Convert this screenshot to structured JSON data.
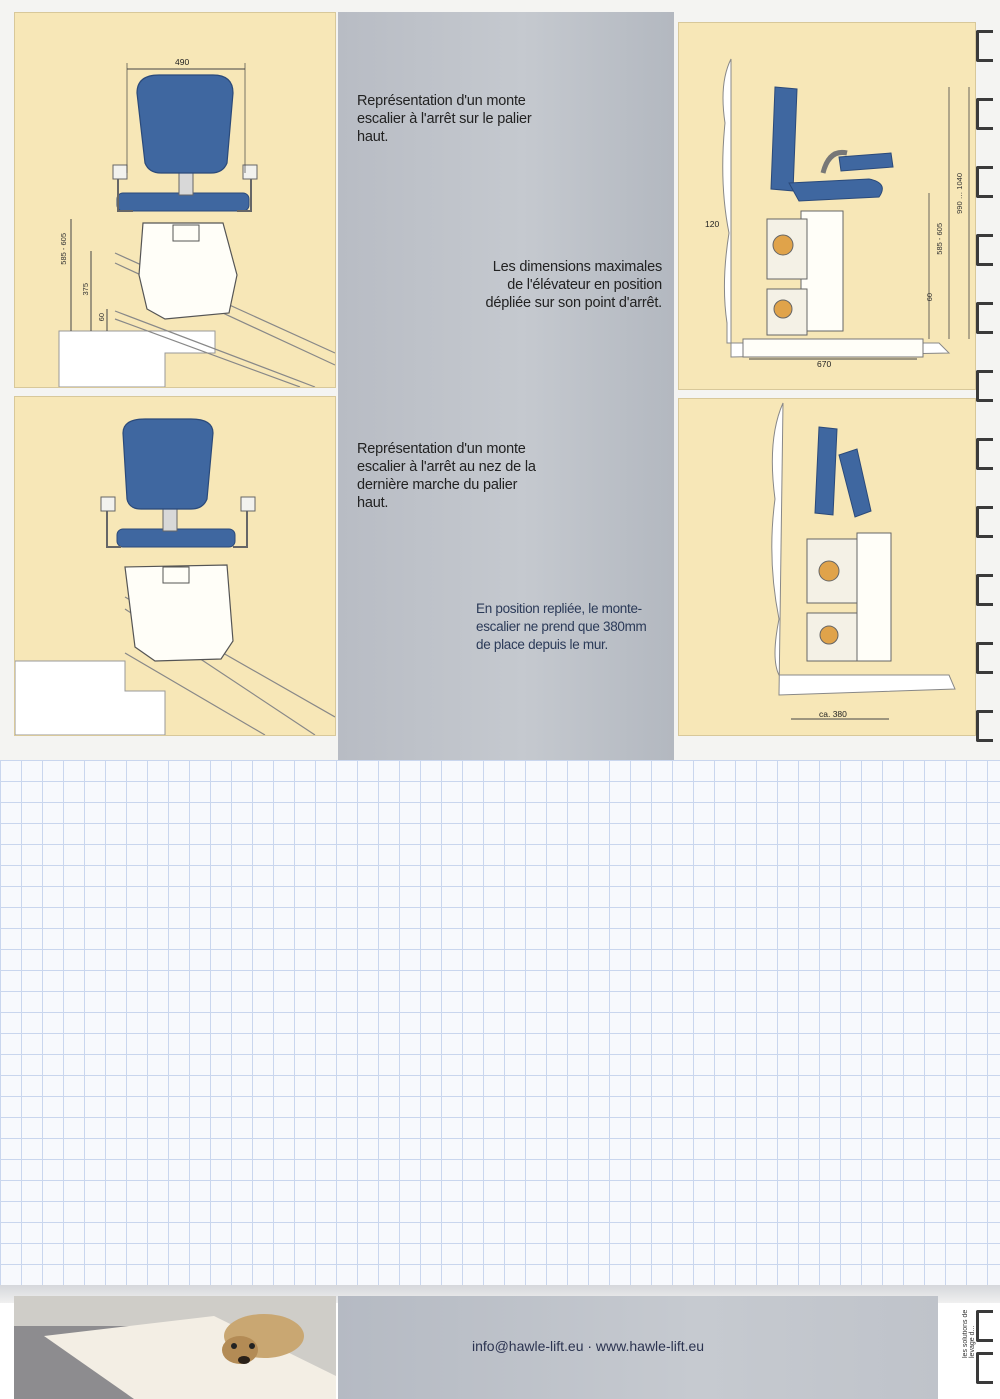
{
  "page": {
    "captions": {
      "top_landing": "Représentation d'un monte escalier à l'arrêt sur le palier haut.",
      "max_dimensions": "Les dimensions maximales de l'élévateur en position dépliée sur son point d'arrêt.",
      "last_step": "Représentation d'un monte escalier à l'arrêt au nez de la dernière marche du palier haut.",
      "folded": "En position repliée, le monte-escalier ne prend que 380mm de place depuis le mur."
    },
    "dimensions": {
      "width_490": "490",
      "height_585_605_left": "585 - 605",
      "height_375": "375",
      "height_60_left": "60",
      "depth_120": "120",
      "height_990_1040": "990 … 1040",
      "height_585_605_right": "585 - 605",
      "height_60_right": "60",
      "width_670": "670",
      "width_ca380": "ca. 380"
    },
    "footer": {
      "contact": "info@hawle-lift.eu · www.hawle-lift.eu",
      "side_text": "les solutions de levage d..."
    }
  }
}
